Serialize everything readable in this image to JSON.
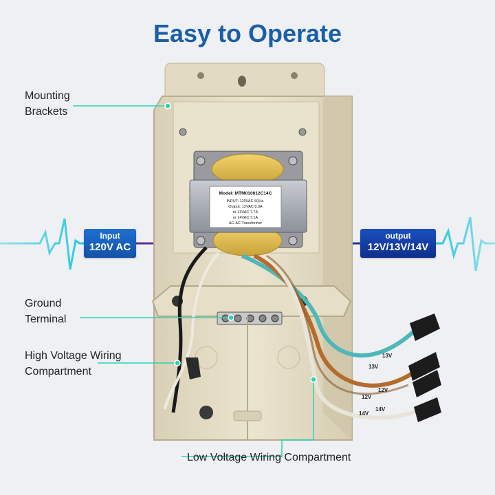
{
  "title": "Easy to Operate",
  "labels": {
    "mounting": [
      "Mounting",
      "Brackets"
    ],
    "ground": [
      "Ground",
      "Terminal"
    ],
    "high_voltage": [
      "High Voltage Wiring",
      "Compartment"
    ],
    "low_voltage": "Low Voltage Wiring Compartment"
  },
  "input_badge": {
    "title": "Input",
    "value": "120V AC"
  },
  "output_badge": {
    "title": "output",
    "value": "12V/13V/14V"
  },
  "transformer_label": {
    "model": "Model: MTM010012C14C",
    "lines": [
      "INPUT: 120VAC 60Hz.",
      "Output: 12VAC 8.3A",
      "or 13VAC 7.7A",
      "or 14VAC 7.1A",
      "AC-AC Transformer"
    ]
  },
  "wire_tags": [
    "13V",
    "13V",
    "12V",
    "12V",
    "14V",
    "14V"
  ],
  "colors": {
    "title": "#1b5fa6",
    "accent_line": "#2fd3b3",
    "pulse": "#25c9e0",
    "box": "#e4dcc4",
    "input_badge": "#1d6fd1",
    "output_badge": "#0e2f8a"
  }
}
